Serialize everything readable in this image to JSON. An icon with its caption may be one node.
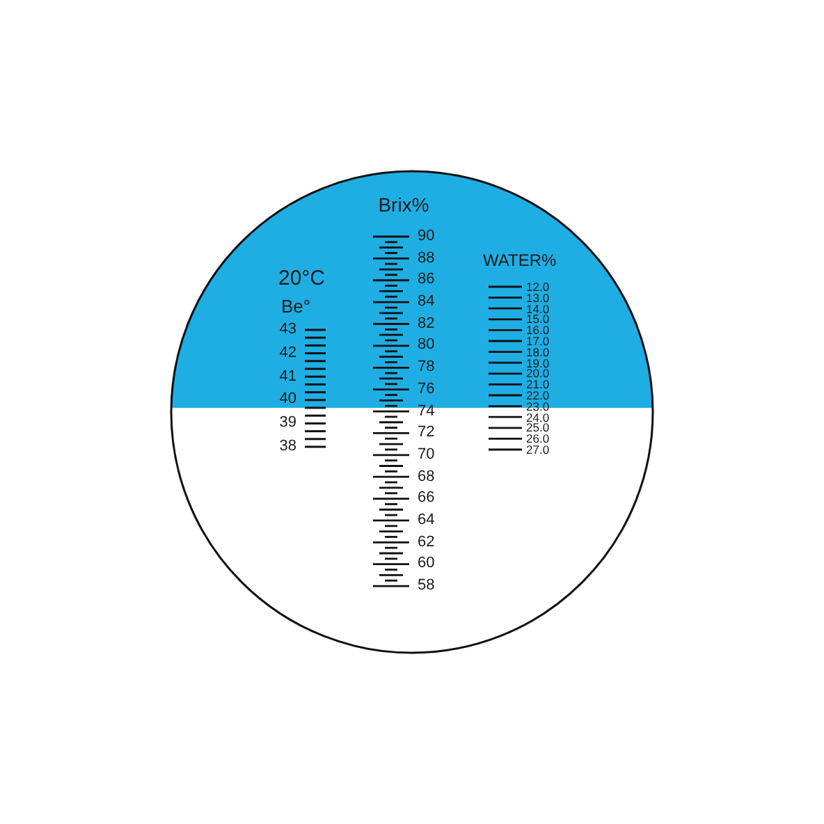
{
  "diagram": {
    "labels": [
      "Brix%",
      "20°C",
      "Be°",
      "WATER%",
      "43",
      "42",
      "41",
      "40",
      "39",
      "38",
      "90",
      "88",
      "86",
      "84",
      "82",
      "80",
      "78",
      "76",
      "74",
      "72",
      "70",
      "68",
      "66",
      "64",
      "62",
      "60",
      "58",
      "12.0",
      "13.0",
      "14.0",
      "15.0",
      "16.0",
      "17.0",
      "18.0",
      "19.0",
      "20.0",
      "21.0",
      "22.0",
      "23.0",
      "24.0",
      "25.0",
      "26.0",
      "27.0"
    ]
  }
}
